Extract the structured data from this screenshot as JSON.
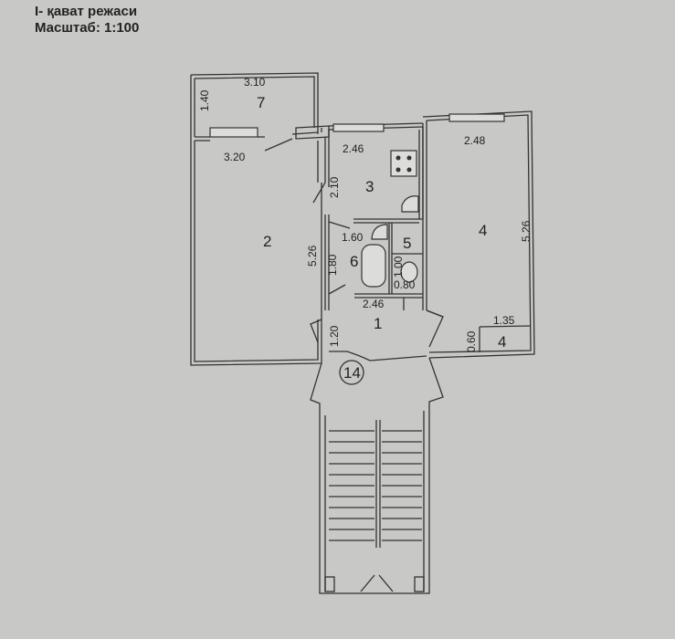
{
  "header": {
    "floor_title": "I-  қават режаси",
    "scale": "Масштаб: 1:100"
  },
  "rooms": {
    "r1": "1",
    "r2": "2",
    "r3": "3",
    "r4": "4",
    "r4b": "4",
    "r5": "5",
    "r6": "6",
    "r7": "7",
    "stair": "14"
  },
  "dimensions": {
    "balcony_width": "3.10",
    "balcony_depth": "1.40",
    "room2_width": "3.20",
    "room2_length": "5.26",
    "kitchen_width": "2.46",
    "kitchen_length": "2.10",
    "room4_width": "2.48",
    "room4_length": "5.26",
    "bath_width": "1.60",
    "bath_length": "1.80",
    "bath_bottom": "2.46",
    "wc_length": "1.00",
    "wc_width": "0.80",
    "hall_length": "1.20",
    "closet_width": "1.35",
    "closet_depth": "0.60"
  }
}
